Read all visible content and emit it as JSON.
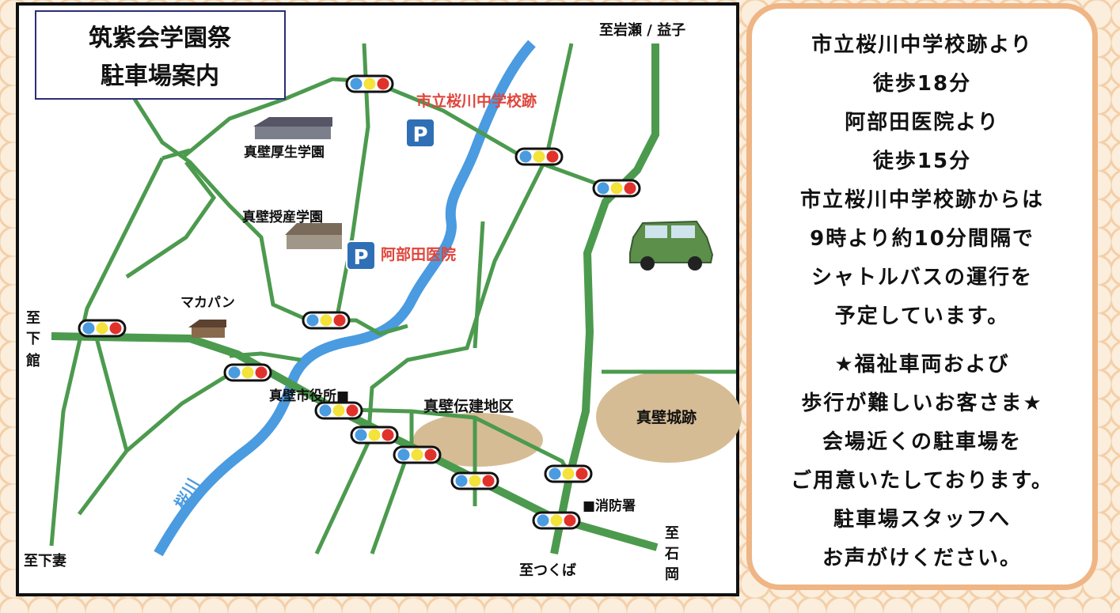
{
  "title": {
    "line1": "筑紫会学園祭",
    "line2": "駐車場案内"
  },
  "map_labels": {
    "school_site": "市立桜川中学校跡",
    "abeta_clinic": "阿部田医院",
    "kosei_gakuen": "真壁厚生学園",
    "jusan_gakuen": "真壁授産学園",
    "makapan": "マカパン",
    "city_hall": "真壁市役所■",
    "denken": "真壁伝建地区",
    "castle": "真壁城跡",
    "fire_station": "■消防署",
    "river": "桜川",
    "to_iwase": "至岩瀬 / 益子",
    "to_shimodate": [
      "至",
      "下",
      "館"
    ],
    "to_shimotsuma": "至下妻",
    "to_tsukuba": "至つくば",
    "to_ishioka": [
      "至",
      "石",
      "岡"
    ],
    "parking_symbol": "P"
  },
  "panel": {
    "lines": [
      "市立桜川中学校跡より",
      "徒歩18分",
      "阿部田医院より",
      "徒歩15分",
      "市立桜川中学校跡からは",
      "9時より約10分間隔で",
      "シャトルバスの運行を",
      "予定しています。"
    ],
    "lines2": [
      "★福祉車両および",
      "歩行が難しいお客さま★",
      "会場近くの駐車場を",
      "ご用意いたしております。",
      "駐車場スタッフへ",
      "お声がけください。"
    ]
  },
  "colors": {
    "road": "#4c9a4e",
    "river": "#4a9be0",
    "area": "#d6bc94",
    "parking": "#2f6fb5",
    "accent_red": "#e0453b",
    "panel_border": "#efb585"
  }
}
